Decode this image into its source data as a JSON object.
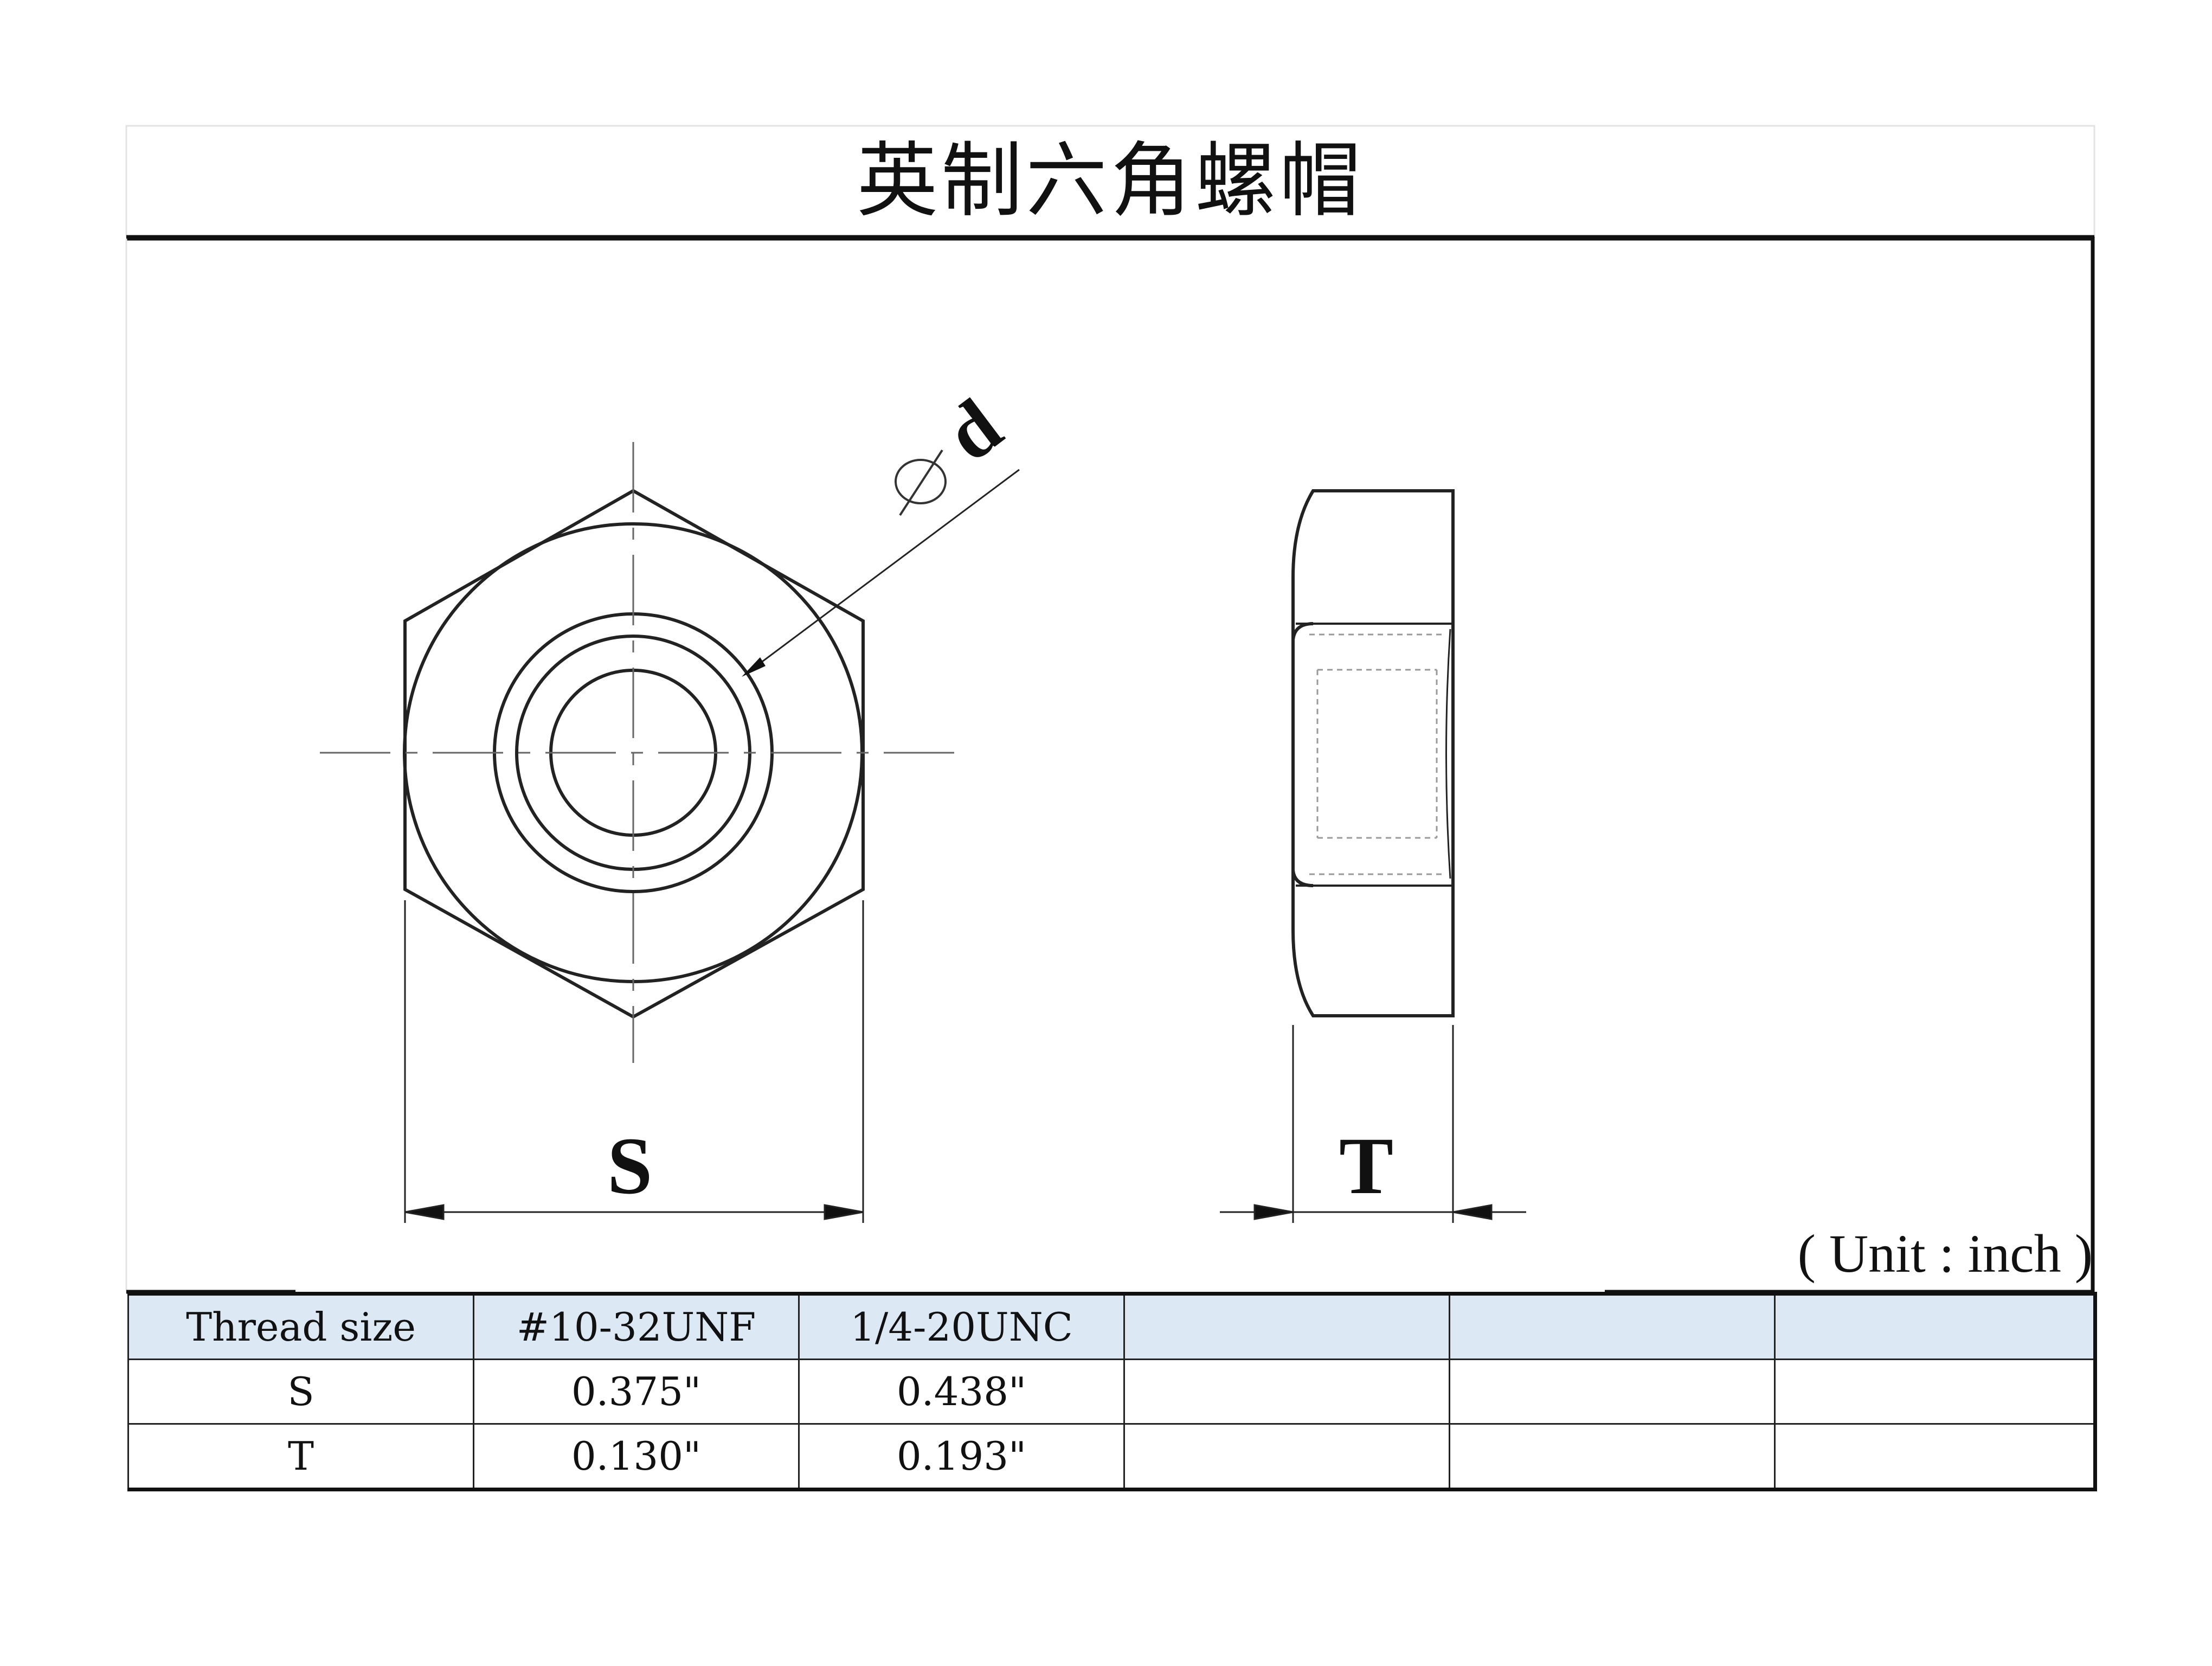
{
  "title": "英制六角螺帽",
  "dimensions": {
    "s_label": "S",
    "t_label": "T",
    "d_label": "d",
    "diameter_symbol": "ϕ"
  },
  "unit_note": "( Unit : inch )",
  "table": {
    "header": [
      "Thread size",
      "#10-32UNF",
      "1/4-20UNC",
      "",
      "",
      ""
    ],
    "rows": [
      [
        "S",
        "0.375\"",
        "0.438\"",
        "",
        "",
        ""
      ],
      [
        "T",
        "0.130\"",
        "0.193\"",
        "",
        "",
        ""
      ]
    ]
  },
  "colors": {
    "header_fill": "#dce9f5",
    "line": "#222222"
  }
}
